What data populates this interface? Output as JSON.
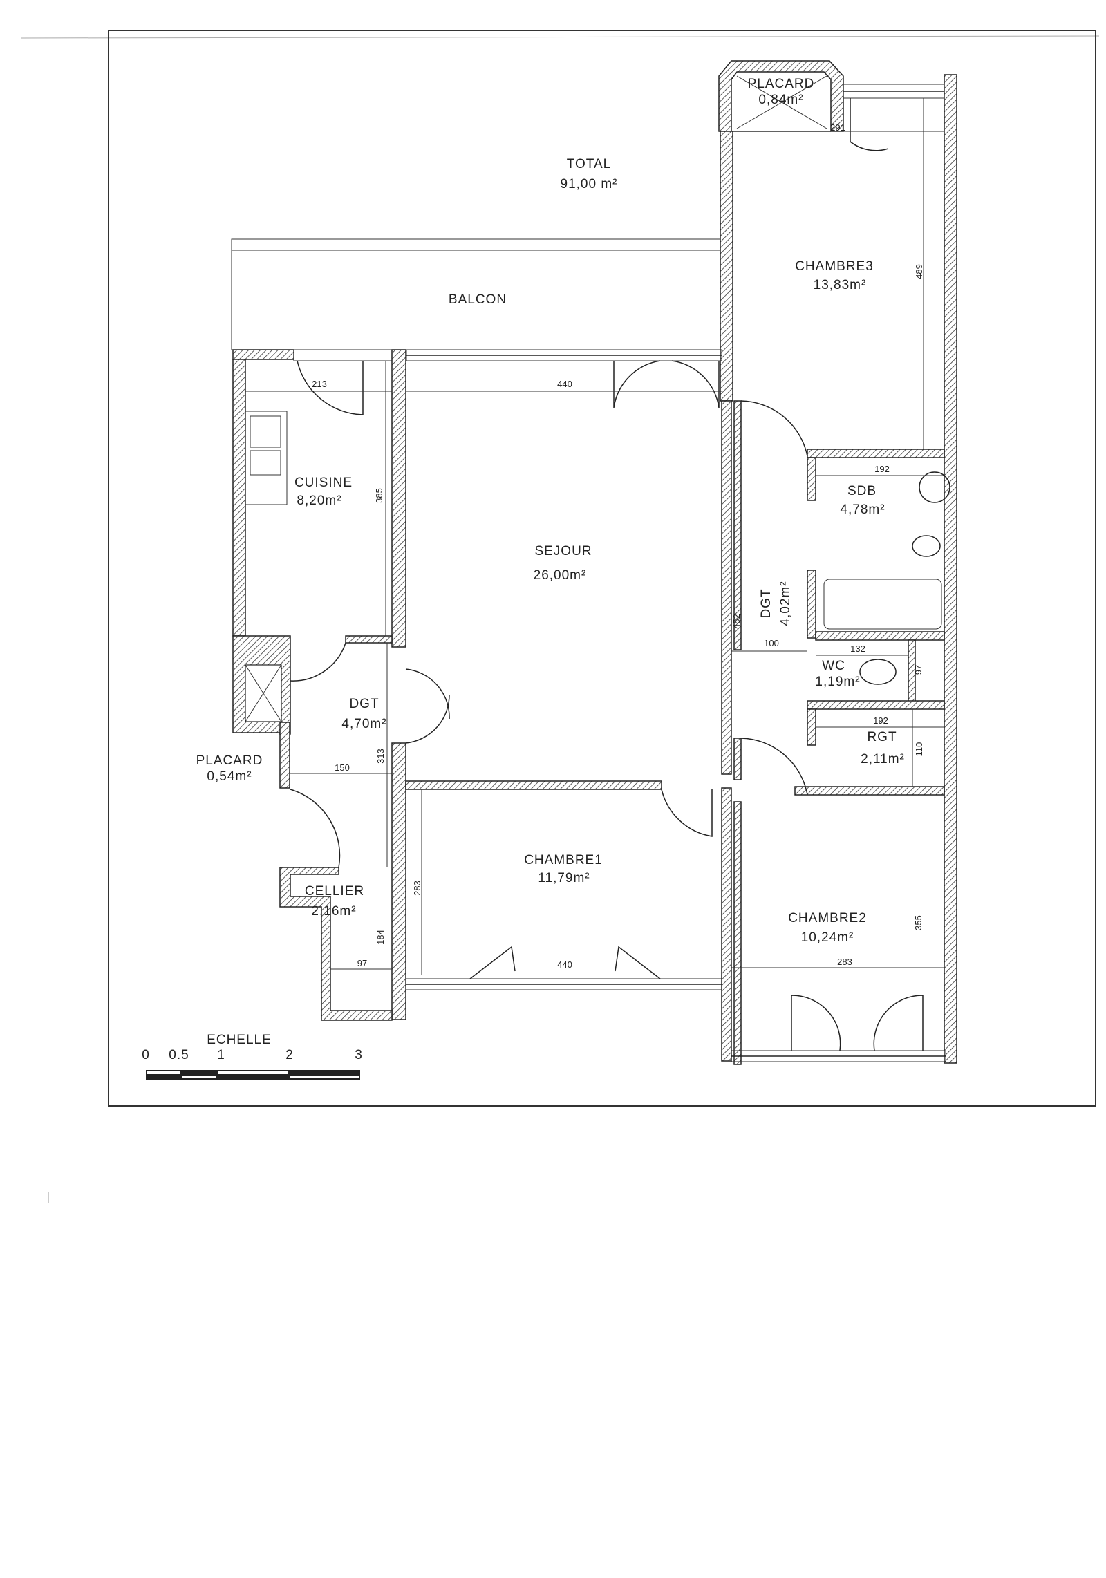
{
  "plan": {
    "total": {
      "label": "TOTAL",
      "area": "91,00 m²"
    },
    "rooms": {
      "balcon": {
        "name": "BALCON"
      },
      "placard_top": {
        "name": "PLACARD",
        "area": "0,84m²"
      },
      "chambre3": {
        "name": "CHAMBRE3",
        "area": "13,83m²"
      },
      "cuisine": {
        "name": "CUISINE",
        "area": "8,20m²"
      },
      "sejour": {
        "name": "SEJOUR",
        "area": "26,00m²"
      },
      "sdb": {
        "name": "SDB",
        "area": "4,78m²"
      },
      "dgt_right": {
        "name": "DGT",
        "area": "4,02m²"
      },
      "wc": {
        "name": "WC",
        "area": "1,19m²"
      },
      "rgt": {
        "name": "RGT",
        "area": "2,11m²"
      },
      "dgt_left": {
        "name": "DGT",
        "area": "4,70m²"
      },
      "placard_left": {
        "name": "PLACARD",
        "area": "0,54m²"
      },
      "cellier": {
        "name": "CELLIER",
        "area": "2,16m²"
      },
      "chambre1": {
        "name": "CHAMBRE1",
        "area": "11,79m²"
      },
      "chambre2": {
        "name": "CHAMBRE2",
        "area": "10,24m²"
      }
    },
    "dimensions": {
      "chambre3_width": "291",
      "chambre3_length": "489",
      "cuisine_width": "213",
      "cuisine_length": "385",
      "sejour_width": "440",
      "sdb_width": "192",
      "dgt_right_length": "452",
      "dgt_right_width": "100",
      "wc_width": "132",
      "wc_length": "97",
      "rgt_width": "192",
      "rgt_length": "110",
      "dgt_left_length": "313",
      "dgt_left_width": "150",
      "cellier_length": "184",
      "cellier_width": "97",
      "chambre1_length": "283",
      "chambre1_width": "440",
      "chambre2_length": "355",
      "chambre2_width": "283"
    },
    "scale": {
      "title": "ECHELLE",
      "ticks": [
        "0",
        "0.5",
        "1",
        "2",
        "3"
      ]
    }
  }
}
